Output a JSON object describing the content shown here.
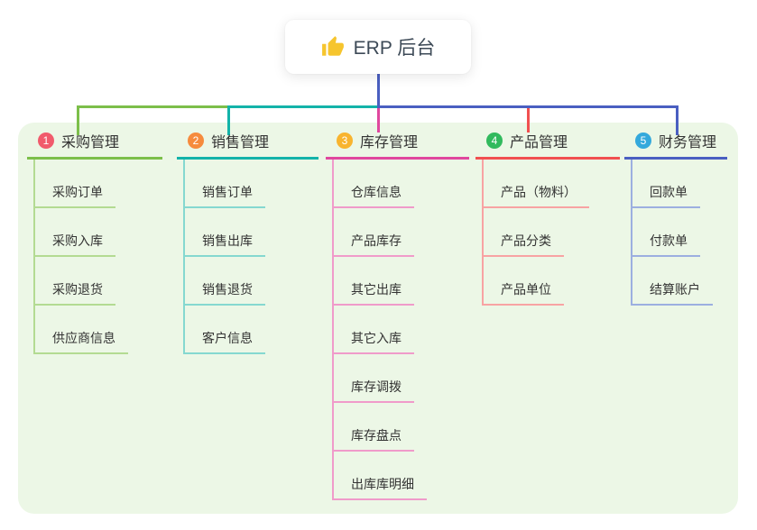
{
  "root": {
    "title": "ERP 后台",
    "icon": "thumbs-up"
  },
  "branches": [
    {
      "number": "1",
      "title": "采购管理",
      "color": "#7cbf4a",
      "light_color": "#b3db92",
      "badge_color": "#f15b6c",
      "items": [
        "采购订单",
        "采购入库",
        "采购退货",
        "供应商信息"
      ]
    },
    {
      "number": "2",
      "title": "销售管理",
      "color": "#13b3a9",
      "light_color": "#85d8d0",
      "badge_color": "#f68b3d",
      "items": [
        "销售订单",
        "销售出库",
        "销售退货",
        "客户信息"
      ]
    },
    {
      "number": "3",
      "title": "库存管理",
      "color": "#e0479e",
      "light_color": "#f09bca",
      "badge_color": "#f8b42e",
      "items": [
        "仓库信息",
        "产品库存",
        "其它出库",
        "其它入库",
        "库存调拨",
        "库存盘点",
        "出库库明细"
      ]
    },
    {
      "number": "4",
      "title": "产品管理",
      "color": "#f15050",
      "light_color": "#f8a3a3",
      "badge_color": "#31ba5d",
      "items": [
        "产品（物料）",
        "产品分类",
        "产品单位"
      ]
    },
    {
      "number": "5",
      "title": "财务管理",
      "color": "#4a5fc1",
      "light_color": "#9cafe0",
      "badge_color": "#34a9dc",
      "items": [
        "回款单",
        "付款单",
        "结算账户"
      ]
    }
  ],
  "colors": {
    "page_bg": "#ffffff",
    "panel_bg": "#ecf7e6",
    "root_line": "#4a5fc1",
    "thumb": "#f6c52e",
    "text": "#333333"
  }
}
